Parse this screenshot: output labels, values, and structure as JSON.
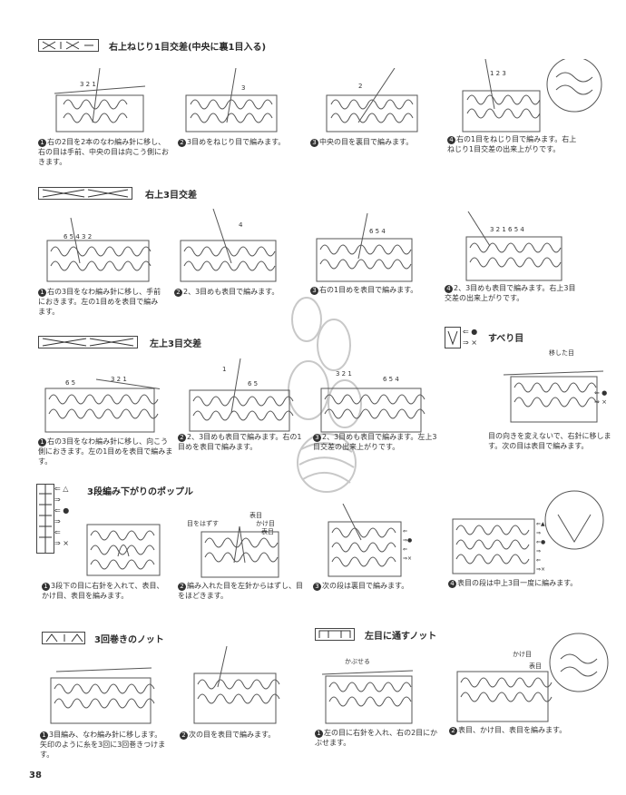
{
  "page_number": "38",
  "sections": {
    "s1": {
      "title": "右上ねじり1目交差(中央に裏1目入る)",
      "steps": [
        {
          "num": "1",
          "text": "右の2目を2本のなわ編み針に移し、右の目は手前、中央の目は向こう側におきます。",
          "labels": "3 2 1"
        },
        {
          "num": "2",
          "text": "3目めをねじり目で編みます。",
          "labels": "3"
        },
        {
          "num": "3",
          "text": "中央の目を裏目で編みます。",
          "labels": "2"
        },
        {
          "num": "4",
          "text": "右の1目をねじり目で編みます。右上ねじり1目交差の出来上がりです。",
          "labels": "1 2 3"
        }
      ]
    },
    "s2": {
      "title": "右上3目交差",
      "steps": [
        {
          "num": "1",
          "text": "右の3目をなわ編み針に移し、手前におきます。左の1目めを表目で編みます。",
          "labels": "6 5 4   3 2"
        },
        {
          "num": "2",
          "text": "2、3目めも表目で編みます。",
          "labels": "4"
        },
        {
          "num": "3",
          "text": "右の1目めを表目で編みます。",
          "labels": "6 5 4"
        },
        {
          "num": "4",
          "text": "2、3目めも表目で編みます。右上3目交差の出来上がりです。",
          "labels": "3 2 1 6 5 4"
        }
      ]
    },
    "s3": {
      "title": "左上3目交差",
      "steps": [
        {
          "num": "1",
          "text": "右の3目をなわ編み針に移し、向こう側におきます。左の1目めを表目で編みます。",
          "labels": "6 5   3 2 1"
        },
        {
          "num": "2",
          "text": "2、3目めも表目で編みます。右の1目めを表目で編みます。",
          "labels": "1   6 5"
        },
        {
          "num": "3",
          "text": "2、3目めも表目で編みます。左上3目交差の出来上がりです。",
          "labels": "3 2 1 6 5 4"
        }
      ]
    },
    "s4": {
      "title": "すべり目",
      "legend": [
        "⇐ ●",
        "⇒ ×"
      ],
      "label_moved": "移した目",
      "text": "目の向きを変えないで、右針に移します。次の目は表目で編みます。"
    },
    "s5": {
      "title": "3段編み下がりのポップル",
      "legend": [
        "⇐ △",
        "⇒",
        "⇐ ●",
        "⇒",
        "⇐",
        "⇒ ×"
      ],
      "labels_step2": [
        "目をはずす",
        "表目",
        "かけ目",
        "表目"
      ],
      "steps": [
        {
          "num": "1",
          "text": "3段下の目に右針を入れて、表目、かけ目、表目を編みます。"
        },
        {
          "num": "2",
          "text": "編み入れた目を左針からはずし、目をほどきます。"
        },
        {
          "num": "3",
          "text": "次の段は裏目で編みます。"
        },
        {
          "num": "4",
          "text": "表目の段は中上3目一度に編みます。"
        }
      ]
    },
    "s6": {
      "title": "3回巻きのノット",
      "steps": [
        {
          "num": "1",
          "text": "3目編み、なわ編み針に移します。矢印のように糸を3回に3回巻きつけます。"
        },
        {
          "num": "2",
          "text": "次の目を表目で編みます。"
        }
      ]
    },
    "s7": {
      "title": "左目に通すノット",
      "labels_step1": "かぶせる",
      "labels_step2": [
        "かけ目",
        "表目"
      ],
      "steps": [
        {
          "num": "1",
          "text": "左の目に右針を入れ、右の2目にかぶせます。"
        },
        {
          "num": "2",
          "text": "表目、かけ目、表目を編みます。"
        }
      ]
    }
  }
}
